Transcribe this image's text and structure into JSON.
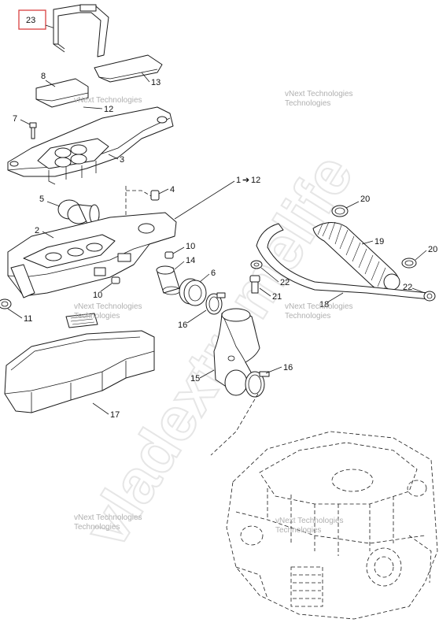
{
  "callouts": {
    "c23": "23",
    "c8": "8",
    "c13": "13",
    "c12a": "12",
    "c7": "7",
    "c3": "3",
    "c4": "4",
    "c1": "1",
    "c1arrow": "➔",
    "c1target": "12",
    "c5": "5",
    "c2": "2",
    "c10a": "10",
    "c14": "14",
    "c6": "6",
    "c10b": "10",
    "c11": "11",
    "c16a": "16",
    "c15": "15",
    "c16b": "16",
    "c17": "17",
    "c20a": "20",
    "c19": "19",
    "c20b": "20",
    "c22a": "22",
    "c21": "21",
    "c18": "18",
    "c22b": "22"
  },
  "watermarks": {
    "vendor_line1": "vNext Technologies",
    "vendor_line2": "Technologies",
    "big_text": "vladextremelife"
  },
  "colors": {
    "line": "#1a1a1a",
    "highlight_box": "#d94040",
    "watermark": "#b0b0b0"
  }
}
